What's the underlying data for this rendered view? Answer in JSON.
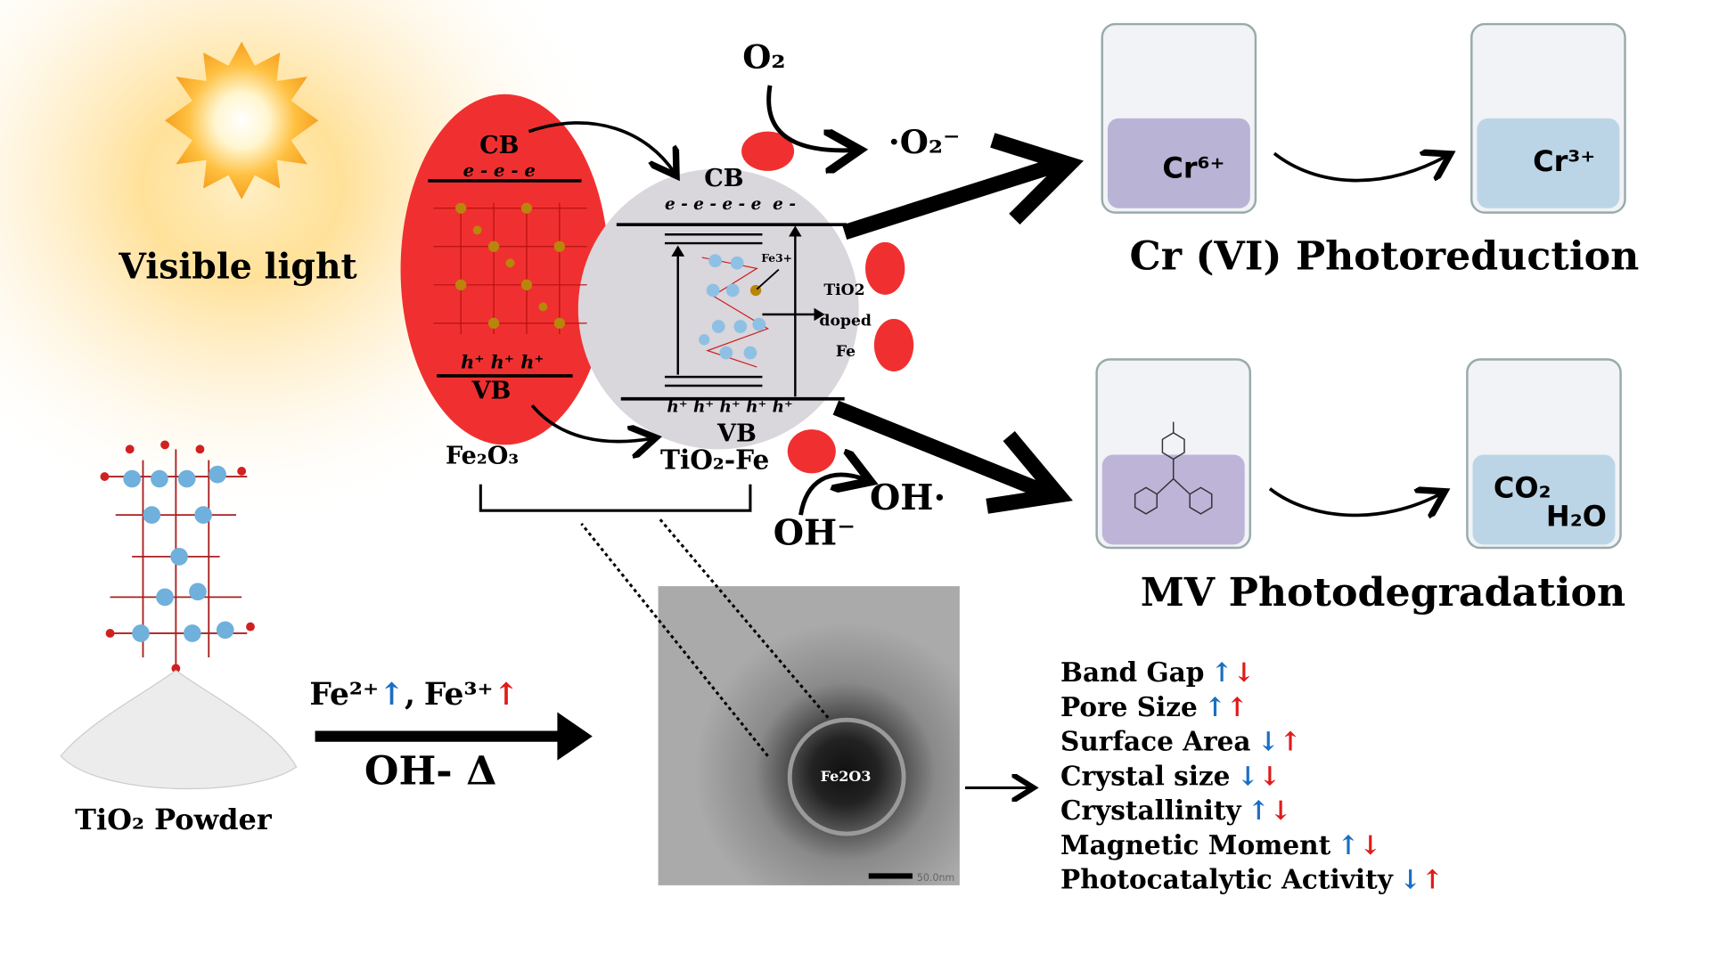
{
  "light": {
    "label": "Visible light"
  },
  "fe2o3": {
    "cb": "CB",
    "electrons": "e - e - e",
    "holes": "h⁺ h⁺ h⁺",
    "vb": "VB",
    "name": "Fe₂O₃"
  },
  "tio2fe": {
    "cb": "CB",
    "electrons": "e - e - e - e  e -",
    "holes": "h⁺ h⁺ h⁺ h⁺ h⁺",
    "vb": "VB",
    "name": "TiO₂-Fe",
    "dopant_label": "Fe3+",
    "side_label_1": "TiO2",
    "side_label_2": "doped",
    "side_label_3": "Fe"
  },
  "species": {
    "o2": "O₂",
    "superoxide": "·O₂⁻",
    "oh_minus": "OH⁻",
    "oh_radical": "OH·"
  },
  "reduction": {
    "before": "Cr⁶⁺",
    "after": "Cr³⁺",
    "title": "Cr (VI) Photoreduction"
  },
  "degradation": {
    "after_1": "CO₂",
    "after_2": "H₂O",
    "title": "MV Photodegradation"
  },
  "synthesis": {
    "powder_label": "TiO₂ Powder",
    "ions": "Fe²⁺",
    "ions_2": "Fe³⁺",
    "separator": ",",
    "conditions": "OH- Δ"
  },
  "tem": {
    "particle_label": "Fe2O3",
    "scale_label": "50.0nm"
  },
  "properties": [
    {
      "name": "Band Gap",
      "a": "↑",
      "a_color": "blue",
      "b": "↓",
      "b_color": "red"
    },
    {
      "name": "Pore Size",
      "a": "↑",
      "a_color": "blue",
      "b": "↑",
      "b_color": "red"
    },
    {
      "name": "Surface Area",
      "a": "↓",
      "a_color": "blue",
      "b": "↑",
      "b_color": "red"
    },
    {
      "name": "Crystal size",
      "a": "↓",
      "a_color": "blue",
      "b": "↓",
      "b_color": "red"
    },
    {
      "name": "Crystallinity",
      "a": "↑",
      "a_color": "blue",
      "b": "↓",
      "b_color": "red"
    },
    {
      "name": "Magnetic Moment",
      "a": "↑",
      "a_color": "blue",
      "b": "↓",
      "b_color": "red"
    },
    {
      "name": "Photocatalytic Activity",
      "a": "↓",
      "a_color": "blue",
      "b": "↑",
      "b_color": "red"
    }
  ],
  "colors": {
    "blue": "#1b6fc2",
    "red": "#e01b1b",
    "fe2o3_fill": "#f03030",
    "tio2_fill": "#d9d6dc"
  }
}
